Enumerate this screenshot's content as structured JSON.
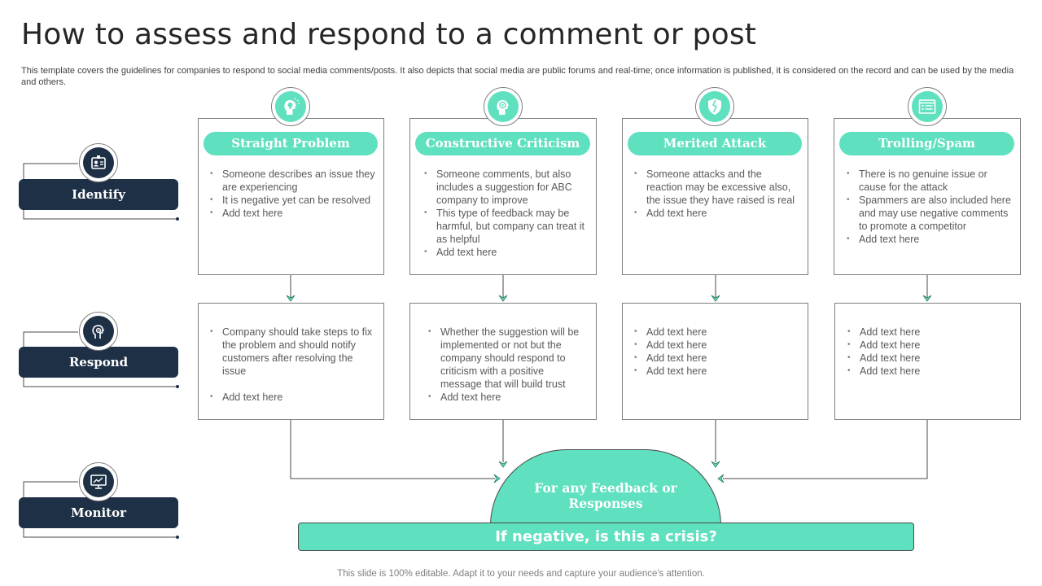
{
  "title": "How to assess and respond to a comment or post",
  "subtitle": "This template covers the guidelines for companies to respond to social media comments/posts. It also depicts that social media are public forums and real-time; once information is published, it is considered on the record and can be used by the media and others.",
  "colors": {
    "accent": "#5fe0bf",
    "navy": "#1e3046",
    "border": "#7f7f7f",
    "text": "#595959"
  },
  "stages": [
    {
      "label": "Identify",
      "icon": "id-card-icon"
    },
    {
      "label": "Respond",
      "icon": "head-gear-icon"
    },
    {
      "label": "Monitor",
      "icon": "monitor-chart-icon"
    }
  ],
  "columns": [
    {
      "heading": "Straight Problem",
      "icon": "head-bulb-icon",
      "identify": [
        "Someone describes an issue they are experiencing",
        "It is negative  yet can be resolved",
        "Add text here"
      ],
      "respond": [
        "Company should take steps to fix the problem and should notify customers after resolving the issue",
        "Add text here"
      ]
    },
    {
      "heading": "Constructive Criticism",
      "icon": "head-target-icon",
      "identify": [
        "Someone comments, but also includes a suggestion for ABC company to improve",
        "This type of feedback may be harmful,  but company can treat it as helpful",
        "Add text here"
      ],
      "respond": [
        "Whether the suggestion will be implemented or not but the company should respond to criticism with a positive message that will build trust",
        "Add text here"
      ]
    },
    {
      "heading": "Merited Attack",
      "icon": "broken-shield-icon",
      "identify": [
        "Someone attacks and the reaction may be excessive also, the issue they have raised is real",
        "Add text here"
      ],
      "respond": [
        "Add text here",
        "Add text here",
        "Add text here",
        "Add text here"
      ]
    },
    {
      "heading": "Trolling/Spam",
      "icon": "list-window-icon",
      "identify": [
        "There is no genuine issue or cause for the attack",
        "Spammers are also included here and may use negative  comments to promote a competitor",
        "Add text here"
      ],
      "respond": [
        "Add text here",
        "Add text here",
        "Add text here",
        "Add text here"
      ]
    }
  ],
  "feedback_label": "For any Feedback or Responses",
  "crisis_question": "If negative, is this a crisis?",
  "footer": "This slide is 100% editable. Adapt it to your needs and capture your audience's attention."
}
